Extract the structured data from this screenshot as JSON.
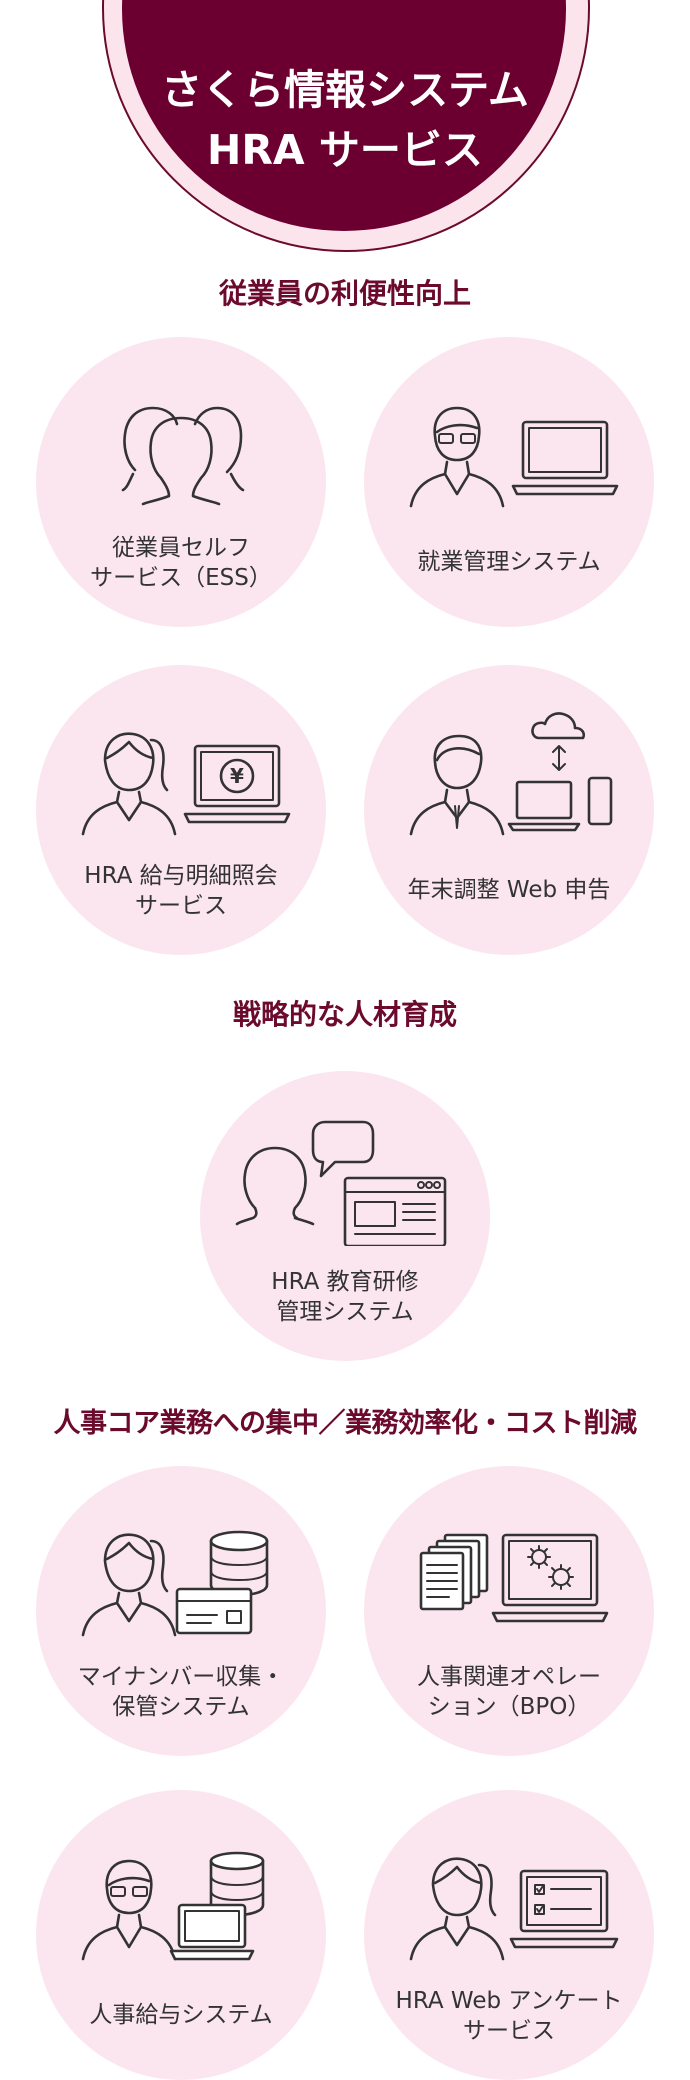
{
  "hero": {
    "title_line1": "さくら情報システム",
    "title_line2": "HRA サービス"
  },
  "sections": [
    {
      "heading": "従業員の利便性向上",
      "services": [
        {
          "label_lines": [
            "従業員セルフ",
            "サービス（ESS）"
          ],
          "icon": "people-icon"
        },
        {
          "label_lines": [
            "就業管理システム"
          ],
          "icon": "person-laptop-icon"
        },
        {
          "label_lines": [
            "HRA 給与明細照会",
            "サービス"
          ],
          "icon": "person-yen-laptop-icon"
        },
        {
          "label_lines": [
            "年末調整 Web 申告"
          ],
          "icon": "person-cloud-devices-icon"
        }
      ]
    },
    {
      "heading": "戦略的な人材育成",
      "services": [
        {
          "label_lines": [
            "HRA 教育研修",
            "管理システム"
          ],
          "icon": "person-chat-browser-icon"
        }
      ]
    },
    {
      "heading": "人事コア業務への集中／業務効率化・コスト削減",
      "services": [
        {
          "label_lines": [
            "マイナンバー収集・",
            "保管システム"
          ],
          "icon": "person-database-card-icon"
        },
        {
          "label_lines": [
            "人事関連オペレー",
            "ション（BPO）"
          ],
          "icon": "documents-gear-laptop-icon"
        },
        {
          "label_lines": [
            "人事給与システム"
          ],
          "icon": "person-database-laptop-icon"
        },
        {
          "label_lines": [
            "HRA Web アンケート",
            "サービス"
          ],
          "icon": "person-checklist-laptop-icon"
        }
      ]
    }
  ],
  "colors": {
    "brand": "#6b0030",
    "heading": "#6b0a2c",
    "circle_bg": "#fbe6ef",
    "text": "#333333"
  }
}
